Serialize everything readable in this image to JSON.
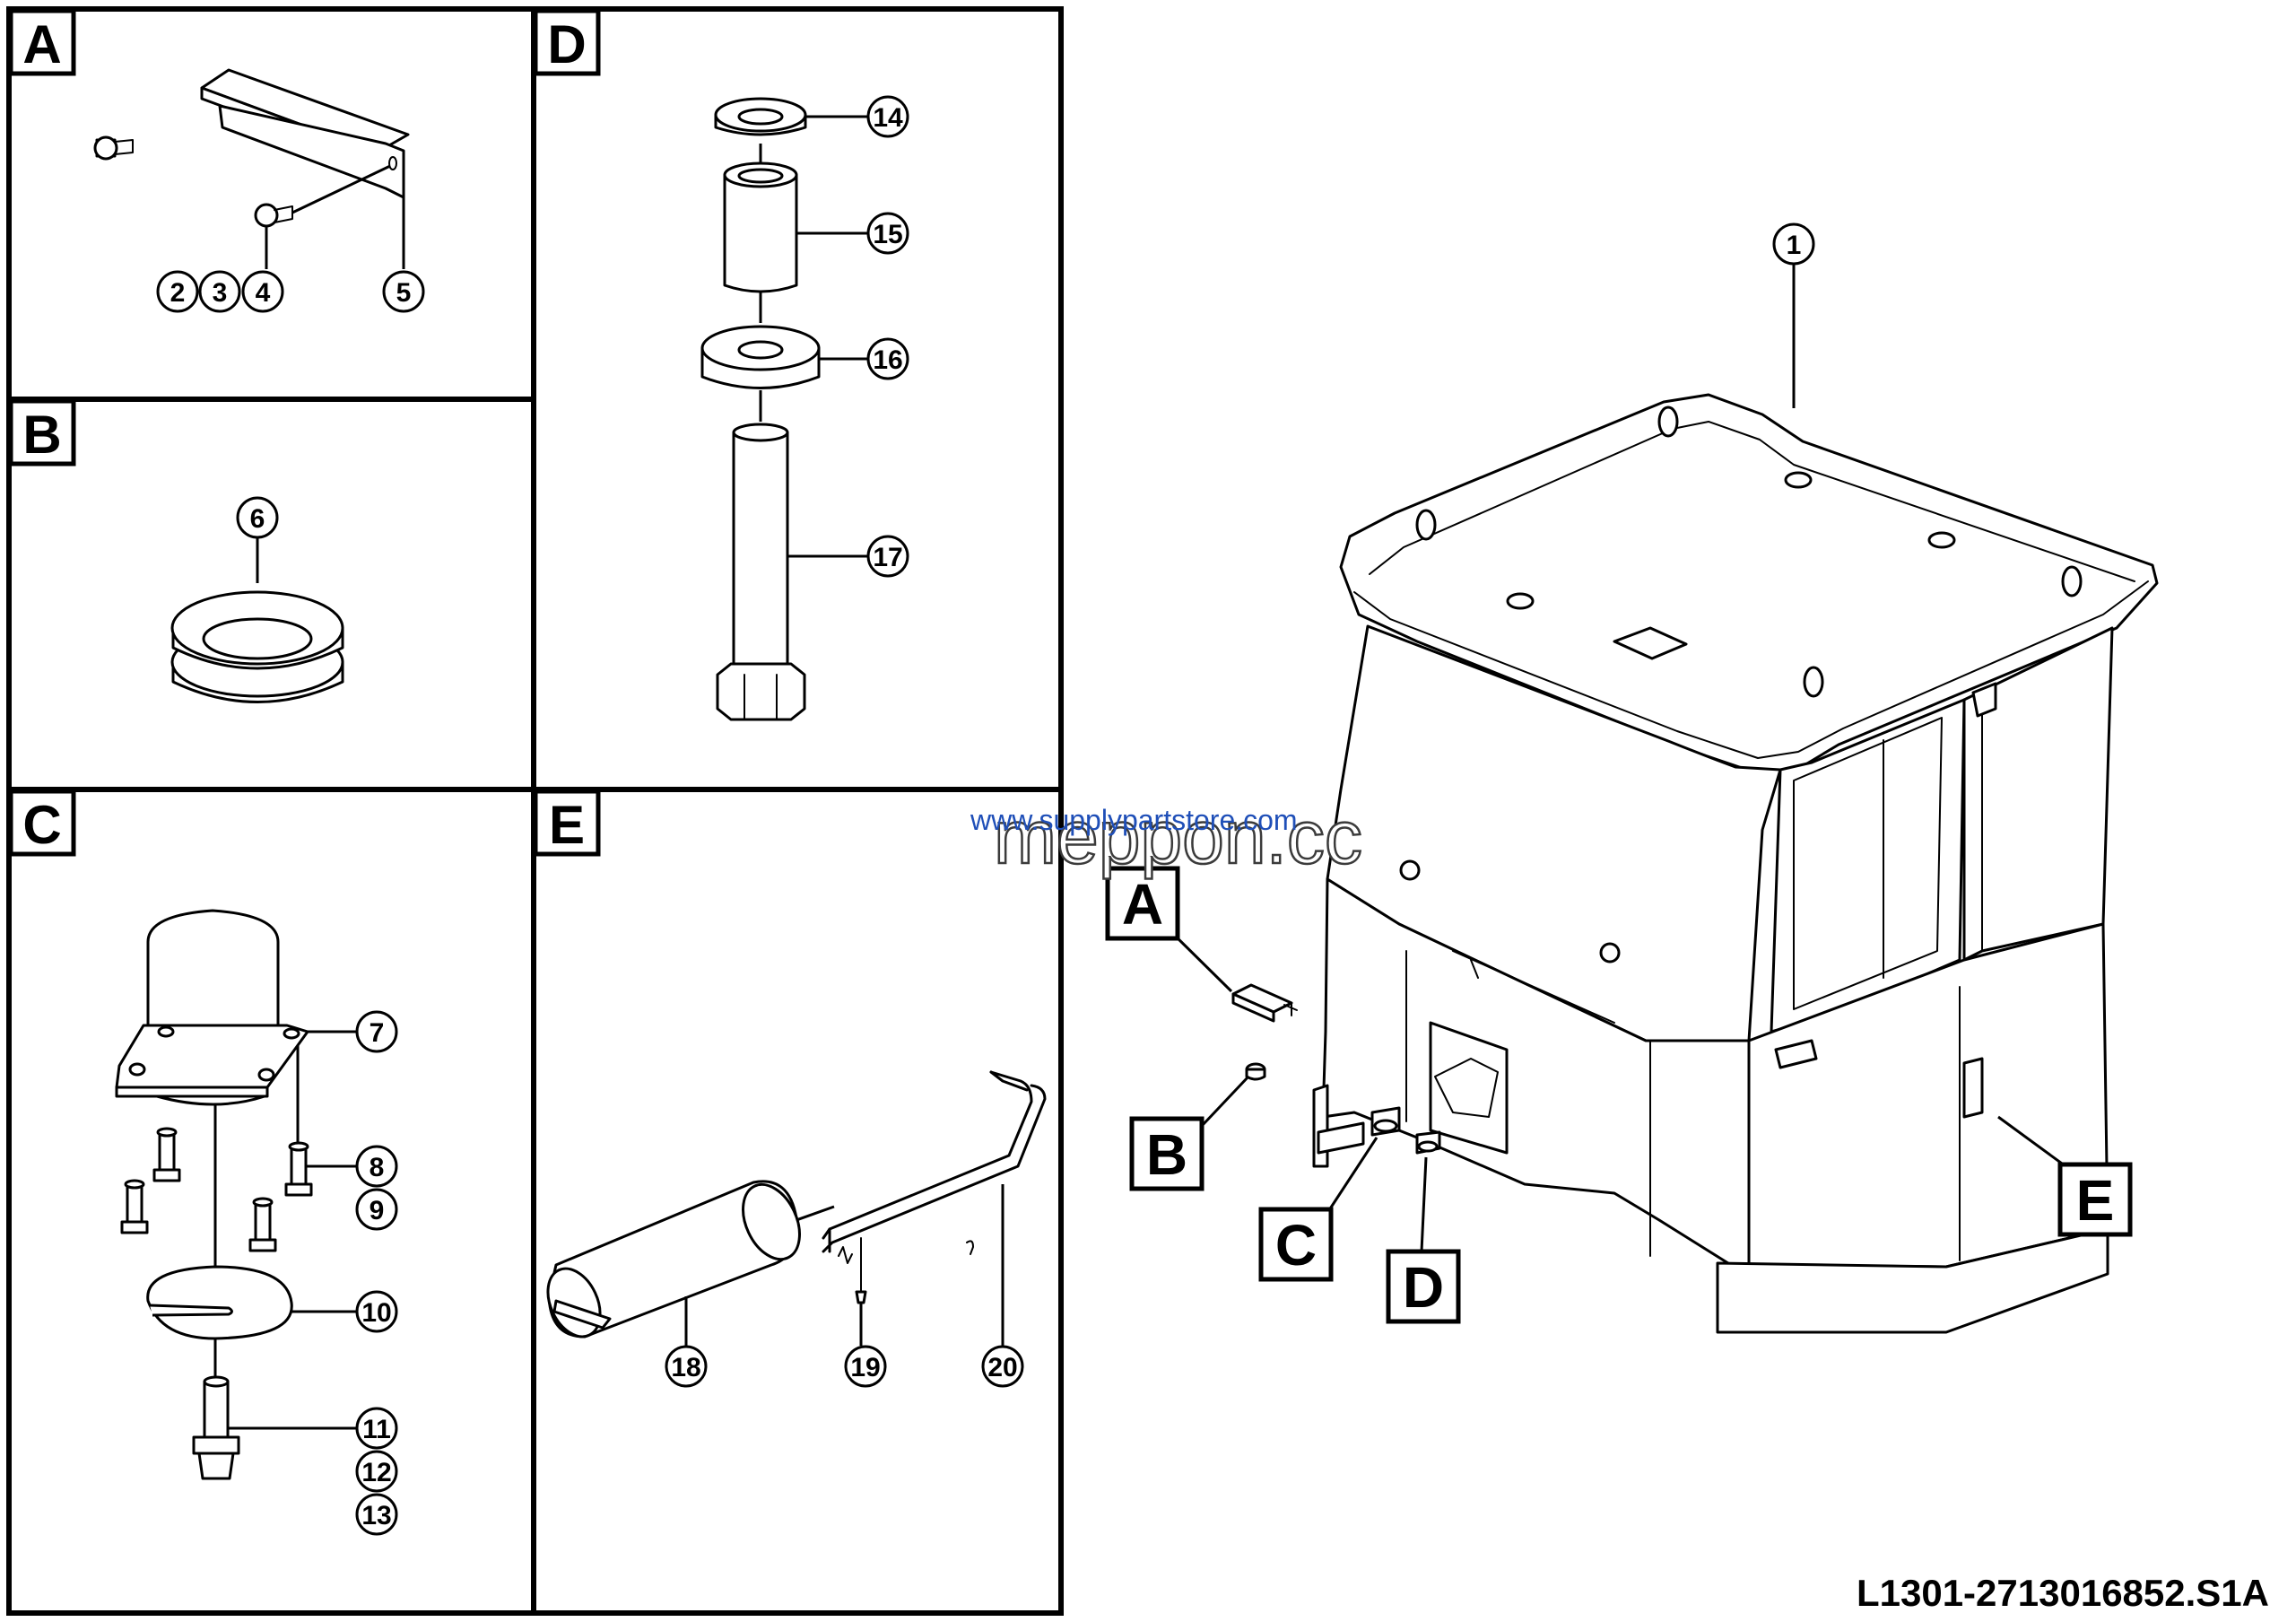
{
  "panels": [
    {
      "id": "A",
      "label": "A"
    },
    {
      "id": "B",
      "label": "B"
    },
    {
      "id": "C",
      "label": "C"
    },
    {
      "id": "D",
      "label": "D"
    },
    {
      "id": "E",
      "label": "E"
    }
  ],
  "callouts": {
    "c1": "1",
    "c2": "2",
    "c3": "3",
    "c4": "4",
    "c5": "5",
    "c6": "6",
    "c7": "7",
    "c8": "8",
    "c9": "9",
    "c10": "10",
    "c11": "11",
    "c12": "12",
    "c13": "13",
    "c14": "14",
    "c15": "15",
    "c16": "16",
    "c17": "17",
    "c18": "18",
    "c19": "19",
    "c20": "20"
  },
  "references": {
    "A": "A",
    "B": "B",
    "C": "C",
    "D": "D",
    "E": "E"
  },
  "drawing_code": "L1301-2713016852.S1A",
  "watermark": {
    "url_text": "www.supplypartstore.com",
    "brand_text": "meppon.cc"
  },
  "colors": {
    "line": "#000000",
    "background": "#ffffff",
    "watermark_url": "#1f4fb8"
  }
}
